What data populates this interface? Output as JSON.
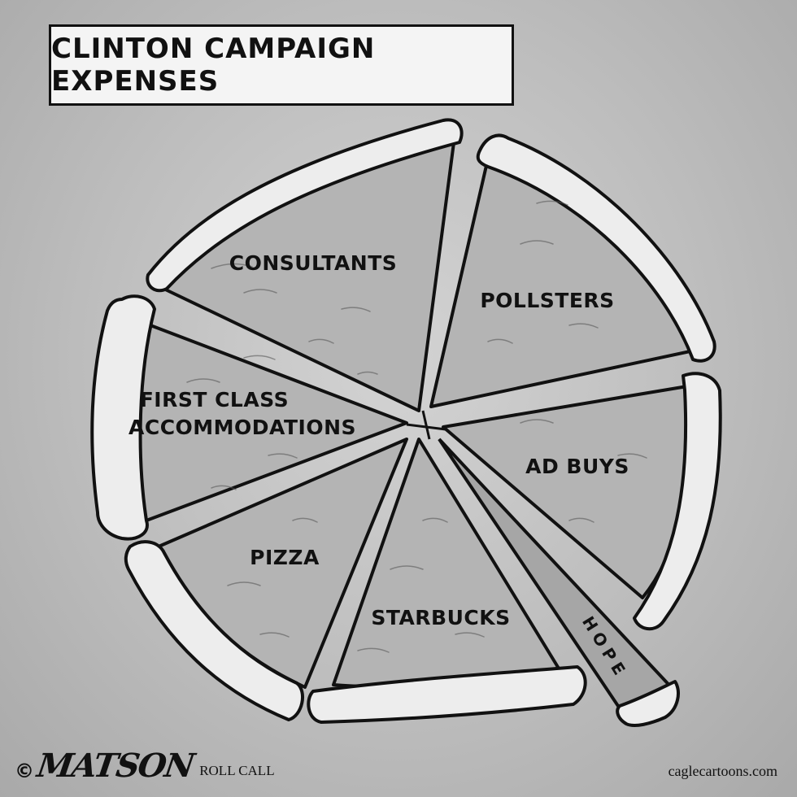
{
  "cartoon": {
    "title": "Clinton Campaign Expenses",
    "slices": [
      {
        "label_lines": [
          "CONSULTANTS"
        ]
      },
      {
        "label_lines": [
          "POLLSTERS"
        ]
      },
      {
        "label_lines": [
          "AD BUYS"
        ]
      },
      {
        "label_lines": [
          "HOPE"
        ]
      },
      {
        "label_lines": [
          "STARBUCKS"
        ]
      },
      {
        "label_lines": [
          "PIZZA"
        ]
      },
      {
        "label_lines": [
          "FIRST CLASS",
          "ACCOMMODATIONS"
        ]
      }
    ],
    "signature": {
      "copyright": "©",
      "artist": "MATSON",
      "publication": "ROLL CALL"
    },
    "credit": "caglecartoons.com"
  }
}
